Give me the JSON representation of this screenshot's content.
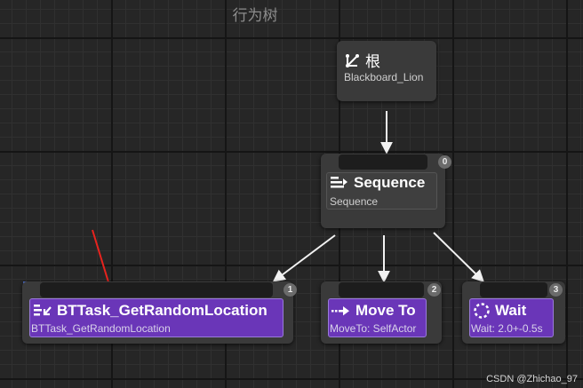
{
  "graph_title": "行为树",
  "nodes": {
    "root": {
      "title": "根",
      "subtitle": "Blackboard_Lion",
      "icon": "root-branch-icon"
    },
    "sequence": {
      "title": "Sequence",
      "subtitle": "Sequence",
      "badge": "0",
      "icon": "sequence-icon"
    },
    "task_random": {
      "title": "BTTask_GetRandomLocation",
      "subtitle": "BTTask_GetRandomLocation",
      "badge": "1",
      "icon": "task-list-icon"
    },
    "move_to": {
      "title": "Move To",
      "subtitle": "MoveTo: SelfActor",
      "badge": "2",
      "icon": "move-arrow-icon"
    },
    "wait": {
      "title": "Wait",
      "subtitle": "Wait: 2.0+-0.5s",
      "badge": "3",
      "icon": "wait-circle-icon"
    }
  },
  "watermark": "CSDN @Zhichao_97",
  "colors": {
    "task_purple": "#6a36b8",
    "annotation_red": "#e8231e",
    "graph_bg": "#262626"
  }
}
